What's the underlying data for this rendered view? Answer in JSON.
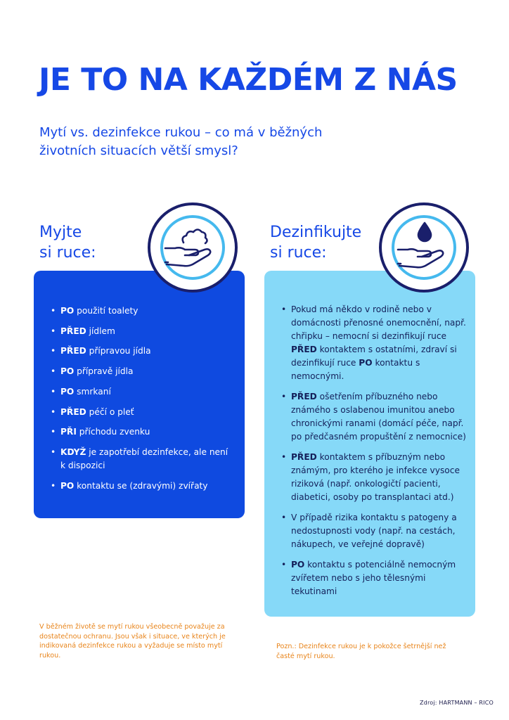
{
  "title": "JE TO NA KAŽDÉM Z NÁS",
  "subtitle": "Mytí vs. dezinfekce rukou – co má v běžných životních situacích větší smysl?",
  "left": {
    "heading_line1": "Myjte",
    "heading_line2": "si ruce:",
    "icon": "hand-with-soap-foam-icon",
    "items": [
      {
        "bold": "PO",
        "text": " použití toalety"
      },
      {
        "bold": "PŘED",
        "text": " jídlem"
      },
      {
        "bold": "PŘED",
        "text": " přípravou jídla"
      },
      {
        "bold": "PO",
        "text": " přípravě jídla"
      },
      {
        "bold": "PO",
        "text": " smrkaní"
      },
      {
        "bold": "PŘED",
        "text": " péčí o pleť"
      },
      {
        "bold": "PŘI",
        "text": " příchodu zvenku"
      },
      {
        "bold": "KDYŽ",
        "text": " je zapotřebí dezinfekce, ale není k dispozici"
      },
      {
        "bold": "PO",
        "text": " kontaktu se (zdravými) zvířaty"
      }
    ]
  },
  "right": {
    "heading_line1": "Dezinfikujte",
    "heading_line2": "si ruce:",
    "icon": "hand-with-drop-icon",
    "item1": {
      "text_a": "Pokud má někdo v rodině nebo v domácnosti přenosné onemocnění, např. chřipku – nemocní si dezinfikují ruce ",
      "bold_a": "PŘED",
      "text_b": " kontaktem s ostatními, zdraví si dezinfikují ruce ",
      "bold_b": "PO",
      "text_c": " kontaktu s nemocnými."
    },
    "item2": {
      "bold": "PŘED",
      "text": " ošetřením příbuzného nebo známého s oslabenou imunitou anebo chronickými ranami (domácí péče, např. po předčasném propuštění z nemocnice)"
    },
    "item3": {
      "bold": "PŘED",
      "text": " kontaktem s příbuzným nebo známým, pro kterého je infekce vysoce riziková (např. onkologičtí pacienti, diabetici, osoby po transplantaci atd.)"
    },
    "item4": {
      "text": "V případě rizika kontaktu s patogeny a nedostupnosti vody (např. na cestách, nákupech, ve veřejné dopravě)"
    },
    "item5": {
      "bold": "PO",
      "text": " kontaktu s potenciálně nemocným zvířetem nebo s jeho tělesnými tekutinami"
    }
  },
  "notes": {
    "left": "V běžném životě se mytí rukou všeobecně považuje za dostatečnou ochranu. Jsou však i situace, ve kterých je indikovaná dezinfekce rukou a vyžaduje se místo mytí rukou.",
    "right": "Pozn.: Dezinfekce rukou je k pokožce šetrnější než časté mytí rukou."
  },
  "source": "Zdroj: HARTMANN – RICO",
  "colors": {
    "brand_blue": "#1648e6",
    "card_dark": "#0f4ae0",
    "card_light": "#86d9f8",
    "circle_outer": "#1a1f6b",
    "circle_inner": "#45b9ee",
    "note_orange": "#e8841a"
  }
}
